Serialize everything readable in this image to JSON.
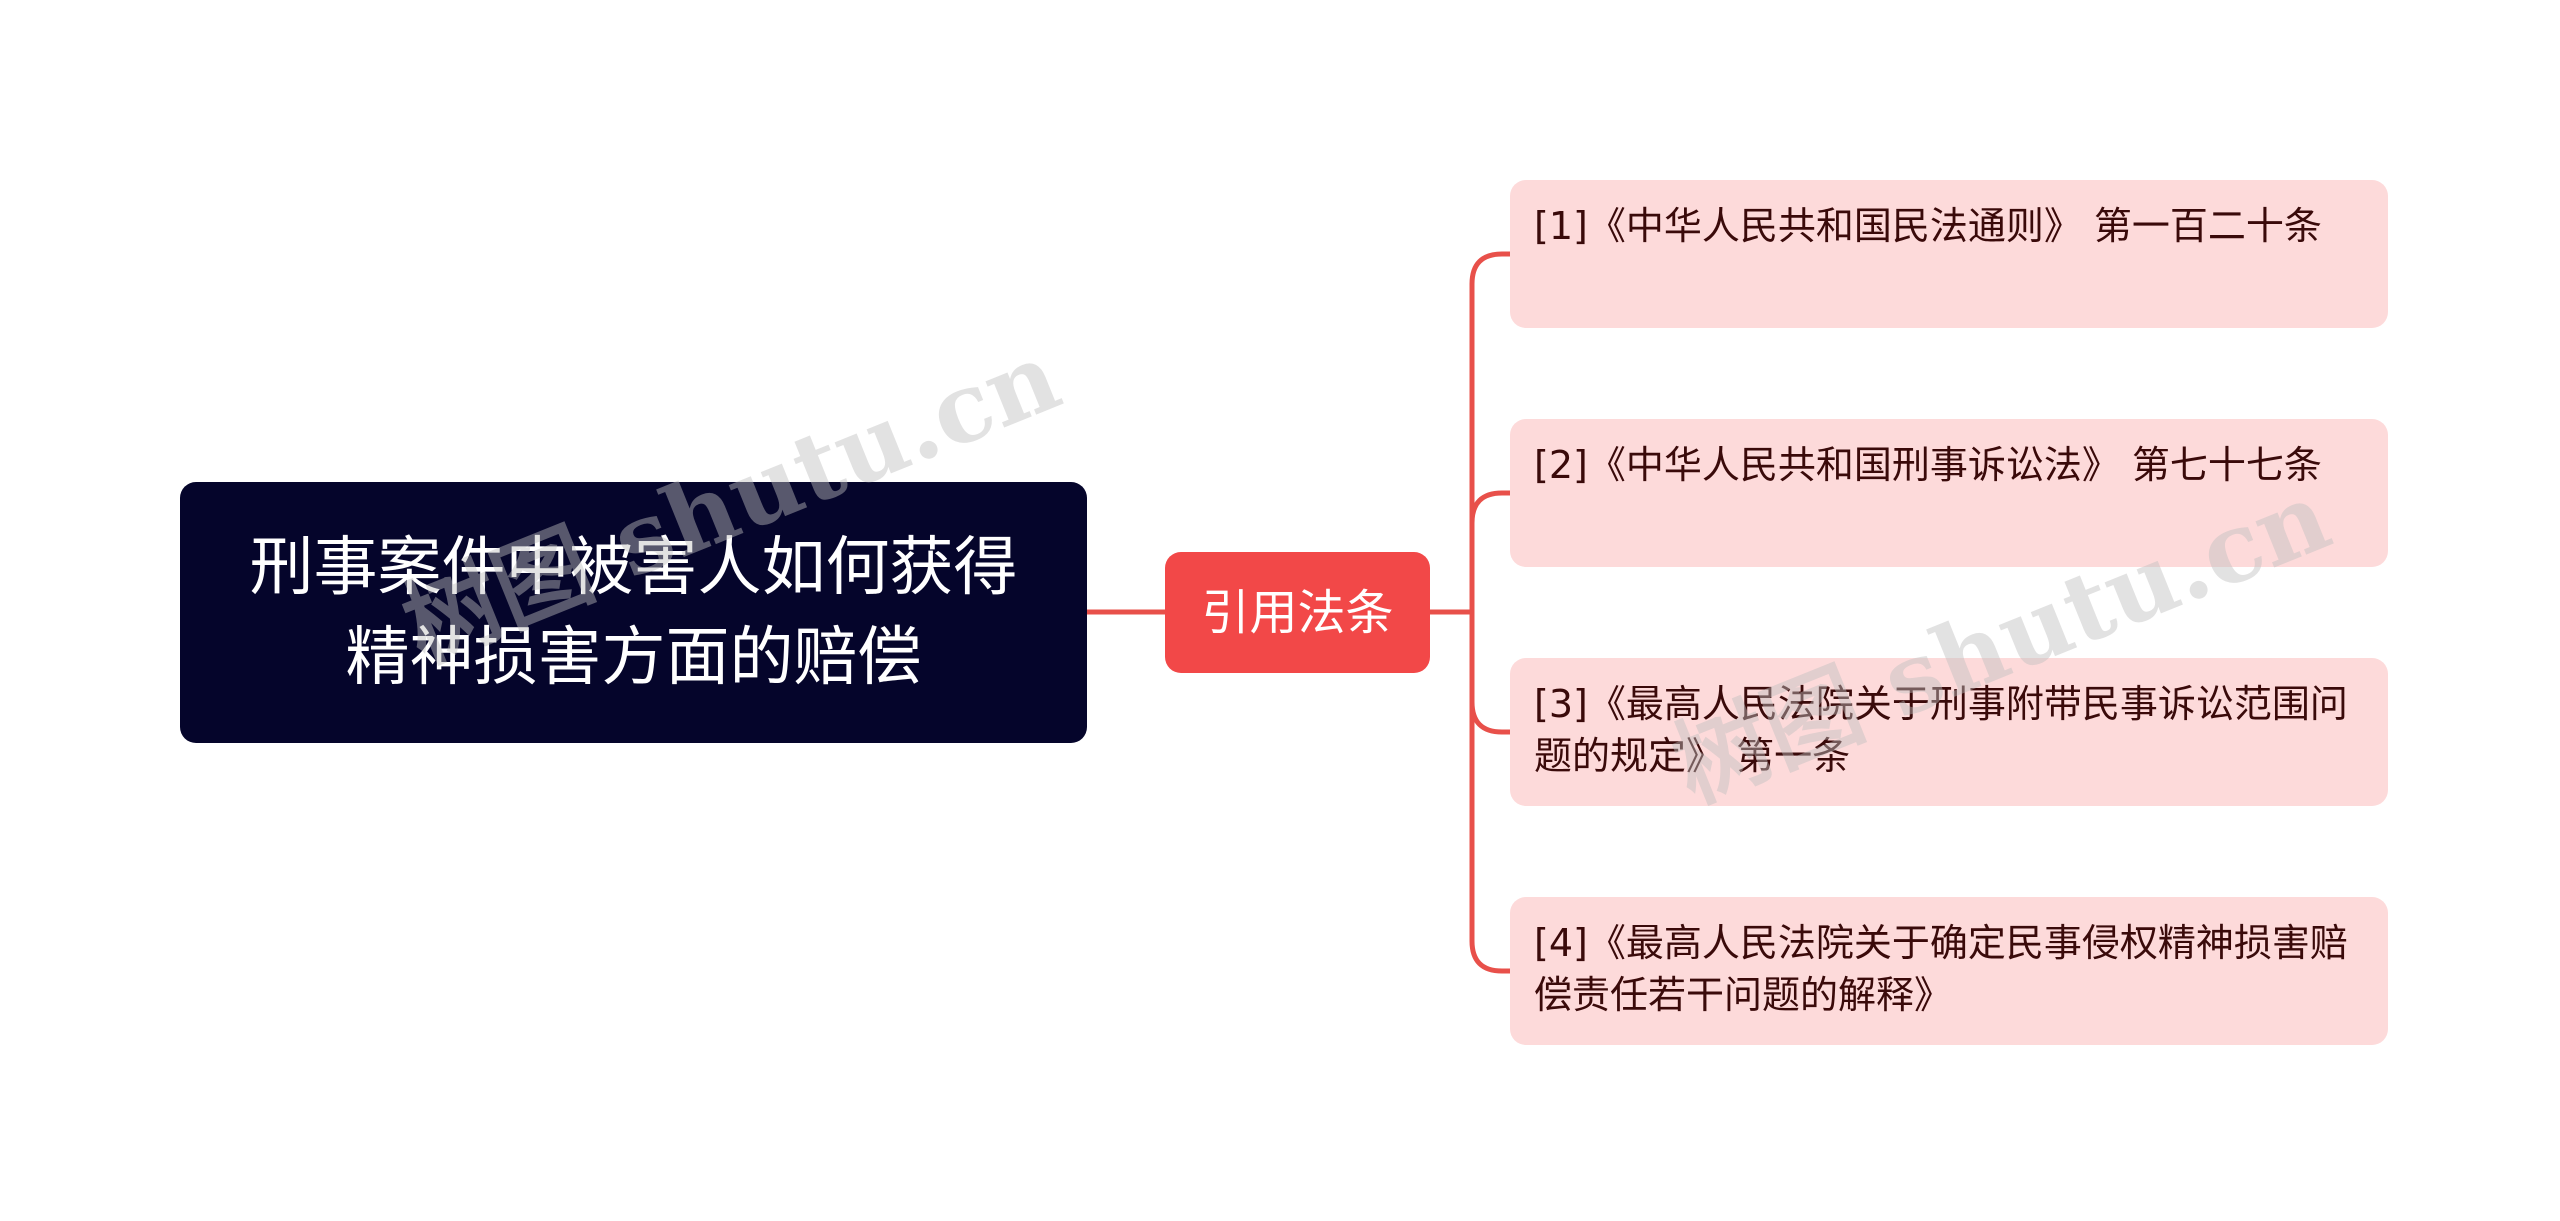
{
  "mindmap": {
    "root": {
      "label": "刑事案件中被害人如何获得精神损害方面的赔偿"
    },
    "branch": {
      "label": "引用法条"
    },
    "leaves": [
      {
        "label": "[1]《中华人民共和国民法通则》 第一百二十条"
      },
      {
        "label": "[2]《中华人民共和国刑事诉讼法》 第七十七条"
      },
      {
        "label": "[3]《最高人民法院关于刑事附带民事诉讼范围问题的规定》 第一条"
      },
      {
        "label": "[4]《最高人民法院关于确定民事侵权精神损害赔偿责任若干问题的解释》"
      }
    ]
  },
  "watermarks": [
    "树图 shutu.cn",
    "树图 shutu.cn"
  ],
  "colors": {
    "root_bg": "#05052b",
    "branch_bg": "#f24848",
    "leaf_bg": "#fddada",
    "connector": "#e8504a"
  }
}
